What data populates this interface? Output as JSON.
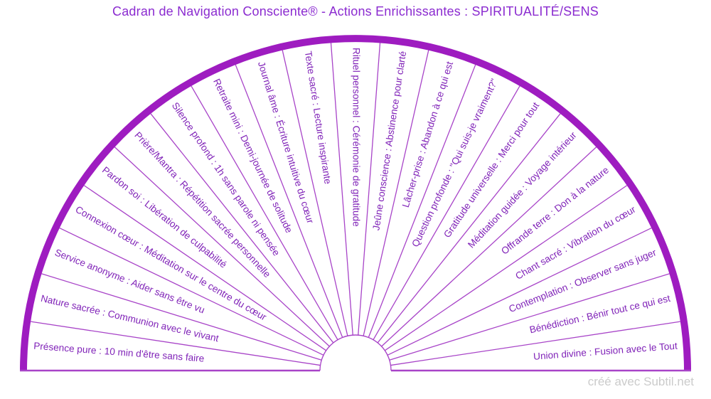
{
  "title": {
    "text": "Cadran de Navigation Consciente® - Actions Enrichissantes : SPIRITUALITÉ/SENS"
  },
  "watermark": {
    "text": "créé avec Subtil.net"
  },
  "colors": {
    "rim": "#9E1CC0",
    "line": "#A844C8",
    "label": "#8023B8",
    "title": "#8B2BD0",
    "watermark": "#CBCBCB"
  },
  "chart_data": {
    "type": "semicircular-dial",
    "sector_count": 21,
    "orientation": "radial labels anchored at outer rim, read toward center on left half and outward on right half",
    "sectors": [
      "Présence pure : 10 min d'être sans faire",
      "Nature sacrée : Communion avec le vivant",
      "Service anonyme : Aider sans être vu",
      "Connexion cœur : Méditation sur le centre du cœur",
      "Pardon soi : Libération de culpabilité",
      "Prière/Mantra : Répétition sacrée personnelle",
      "Silence profond : 1h sans parole ni pensée",
      "Retraite mini : Demi-journée de solitude",
      "Journal âme : Écriture intuitive du cœur",
      "Texte sacré : Lecture inspirante",
      "Rituel personnel : Cérémonie de gratitude",
      "Jeûne conscience : Abstinence pour clarté",
      "Lâcher-prise : Abandon à ce qui est",
      "Question profonde : \"Qui suis-je vraiment?\"",
      "Gratitude universelle : Merci pour tout",
      "Méditation guidée : Voyage intérieur",
      "Offrande terre : Don à la nature",
      "Chant sacré : Vibration du cœur",
      "Contemplation : Observer sans juger",
      "Bénédiction : Bénir tout ce qui est",
      "Union divine : Fusion avec le Tout"
    ]
  }
}
